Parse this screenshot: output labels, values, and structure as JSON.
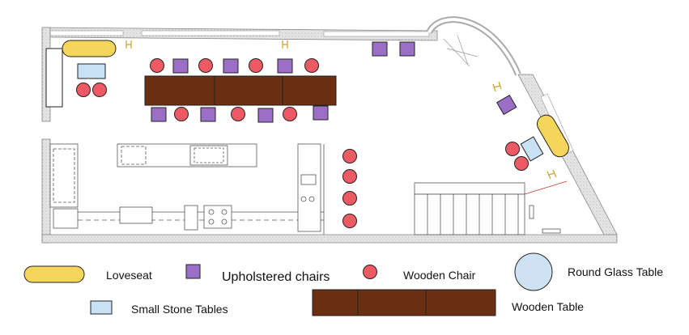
{
  "legend": {
    "loveseat": "Loveseat",
    "upholstered": "Upholstered chairs",
    "wooden_chair": "Wooden Chair",
    "round_glass": "Round Glass Table",
    "stone_tables": "Small Stone Tables",
    "wooden_table": "Wooden Table"
  },
  "colors": {
    "loveseat": "#f5d55a",
    "upholstered": "#9b6fc6",
    "wooden_chair": "#ee5a64",
    "round_glass": "#cfe2f3",
    "stone_table": "#c8e1f5",
    "wooden_table": "#6b2f12",
    "wall": "#e2e2e2"
  }
}
